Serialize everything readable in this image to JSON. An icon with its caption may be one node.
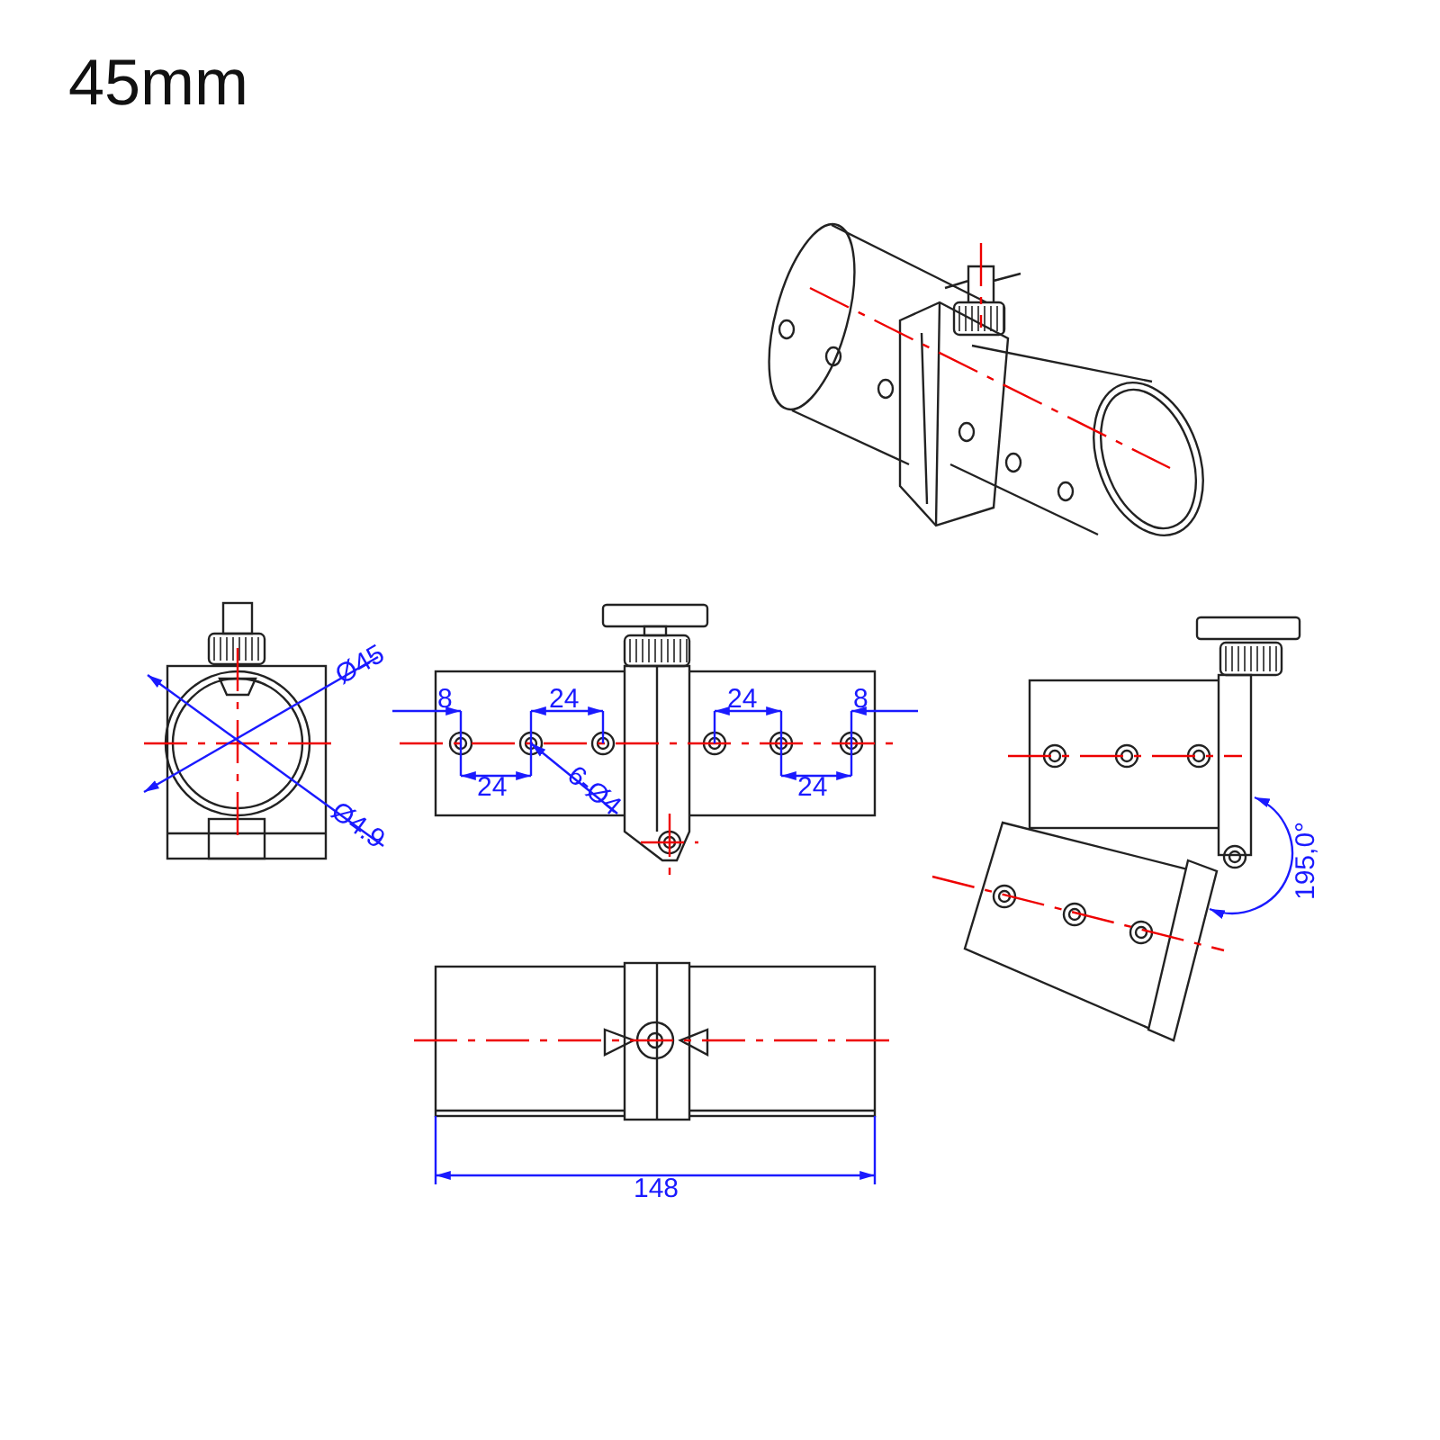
{
  "diagram": {
    "title": "45mm",
    "labels": [
      "Ø45",
      "Ø4.9",
      "8",
      "24",
      "24",
      "8",
      "6-Ø4",
      "24",
      "24",
      "195,0°",
      "148"
    ]
  }
}
